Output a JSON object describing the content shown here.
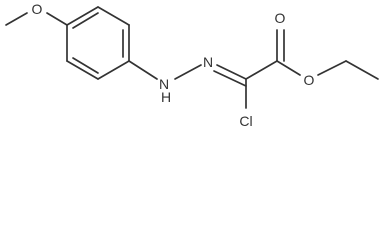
{
  "molecule": {
    "atoms": {
      "methoxy_oxygen": "O",
      "hydrazone_nh": "N\nH",
      "hydrazone_n": "N",
      "carbonyl_oxygen": "O",
      "ester_oxygen": "O",
      "chlorine": "Cl"
    },
    "bond_color": "#333333"
  }
}
